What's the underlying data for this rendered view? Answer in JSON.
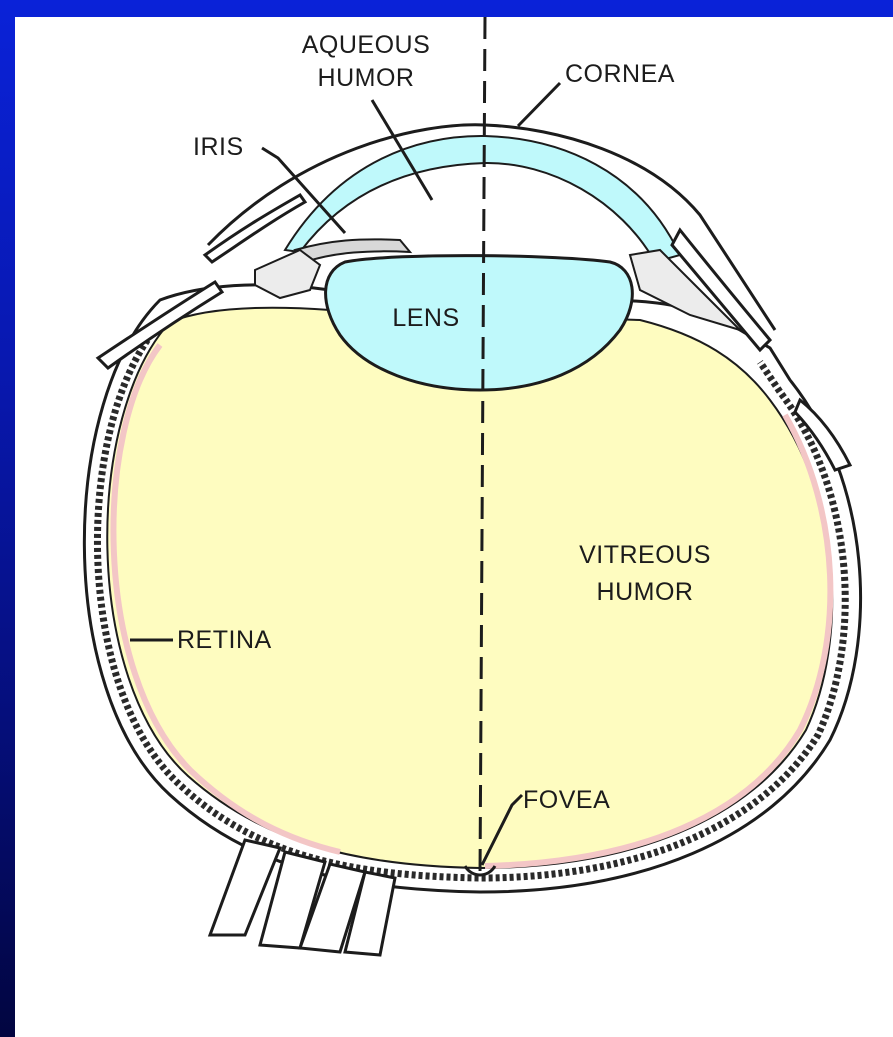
{
  "diagram": {
    "labels": {
      "aqueous_humor": [
        "AQUEOUS",
        "HUMOR"
      ],
      "cornea": "CORNEA",
      "iris": "IRIS",
      "lens": "LENS",
      "vitreous_humor": [
        "VITREOUS",
        "HUMOR"
      ],
      "retina": "RETINA",
      "fovea": "FOVEA"
    },
    "colors": {
      "background_top": "#0a22d8",
      "background_bottom": "#020540",
      "vitreous": "#fefcc0",
      "lens": "#bff9fb",
      "aqueous": "#bff9fb",
      "retina": "#f6cdcd",
      "outline": "#1c1c1c"
    }
  }
}
